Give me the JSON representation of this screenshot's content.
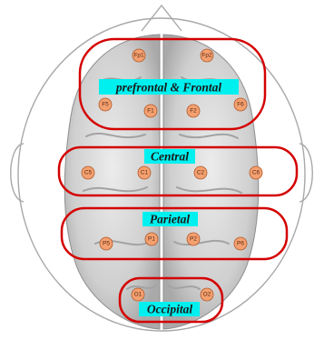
{
  "colors": {
    "region_outline": "#d40000",
    "label_highlight": "#00f0f0",
    "electrode_fill": "#f4a070",
    "electrode_stroke": "#b25a2a",
    "head_outline": "#a8a8a8",
    "brain_fill": "#d6d6d6"
  },
  "regions": [
    {
      "id": "frontal",
      "label": "prefrontal & Frontal"
    },
    {
      "id": "central",
      "label": "Central"
    },
    {
      "id": "parietal",
      "label": "Parietal"
    },
    {
      "id": "occipital",
      "label": "Occipital"
    }
  ],
  "electrodes": [
    "Fp1",
    "Fp2",
    "F5",
    "F1",
    "F2",
    "F6",
    "C5",
    "C1",
    "C2",
    "C6",
    "P5",
    "P1",
    "P2",
    "P6",
    "O1",
    "O2"
  ]
}
